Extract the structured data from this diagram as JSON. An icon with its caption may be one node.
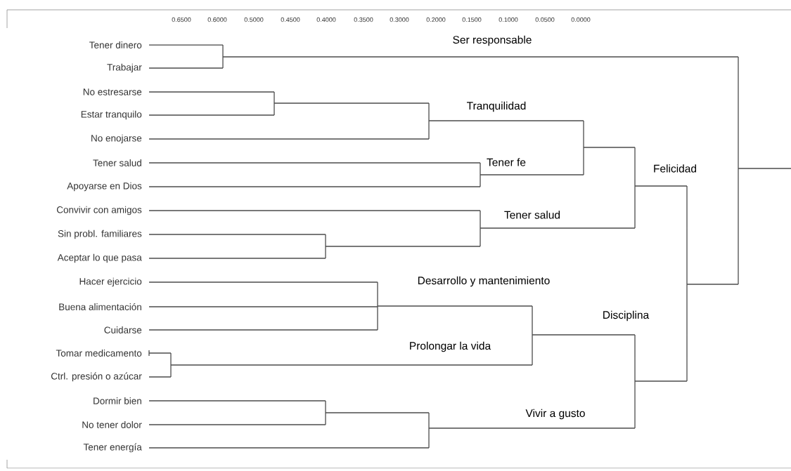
{
  "diagram": {
    "nodes": [
      {
        "text": [
          "Tener dinero"
        ]
      },
      {
        "text": [
          "Trabajar"
        ]
      },
      {
        "text": [
          "No estresarse"
        ]
      },
      {
        "text": [
          "Estar tranquilo"
        ]
      },
      {
        "text": [
          "No enojarse"
        ]
      },
      {
        "text": [
          "Tener salud"
        ]
      },
      {
        "text": [
          "Apoyarse en Dios"
        ]
      },
      {
        "text": [
          "Convivir con amigos"
        ]
      },
      {
        "text": [
          "Sin probl. familiares"
        ]
      },
      {
        "text": [
          "Aceptar lo que pasa"
        ]
      },
      {
        "text": [
          "Hacer ejercicio"
        ]
      },
      {
        "text": [
          "Buena alimentación"
        ]
      },
      {
        "text": [
          "Cuidarse"
        ]
      },
      {
        "text": [
          "Tomar medicamento"
        ]
      },
      {
        "text": [
          "Ctrl. presión o azúcar"
        ]
      },
      {
        "text": [
          "Dormir bien"
        ]
      },
      {
        "text": [
          "No tener dolor"
        ]
      },
      {
        "text": [
          "Tener energía"
        ]
      }
    ],
    "labels": [
      "0.6500",
      "0.6000",
      "0.5000",
      "0.4500",
      "0.4000",
      "0.3500",
      "0.3000",
      "0.2000",
      "0.1500",
      "0.1000",
      "0.0500",
      "0.0000",
      "Ser responsable",
      "Tranquilidad",
      "Tener fe",
      "Felicidad",
      "Tener salud",
      "Desarrollo y mantenimiento",
      "Disciplina",
      "Prolongar la vida",
      "Vivir a gusto"
    ]
  }
}
